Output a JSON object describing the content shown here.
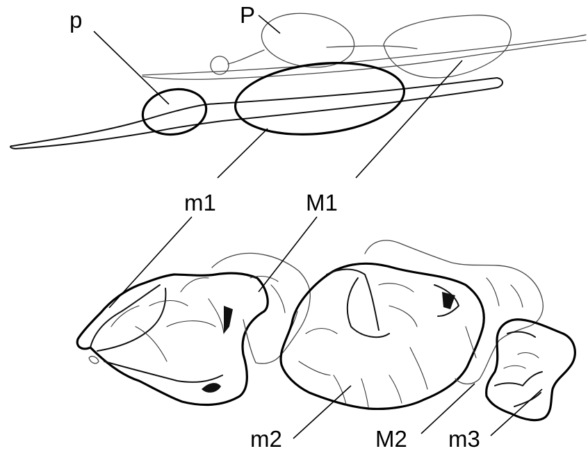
{
  "labels": {
    "p_lower": "p",
    "p_upper": "P",
    "m1": "m1",
    "M1": "M1",
    "m2": "m2",
    "M2": "M2",
    "m3": "m3"
  }
}
